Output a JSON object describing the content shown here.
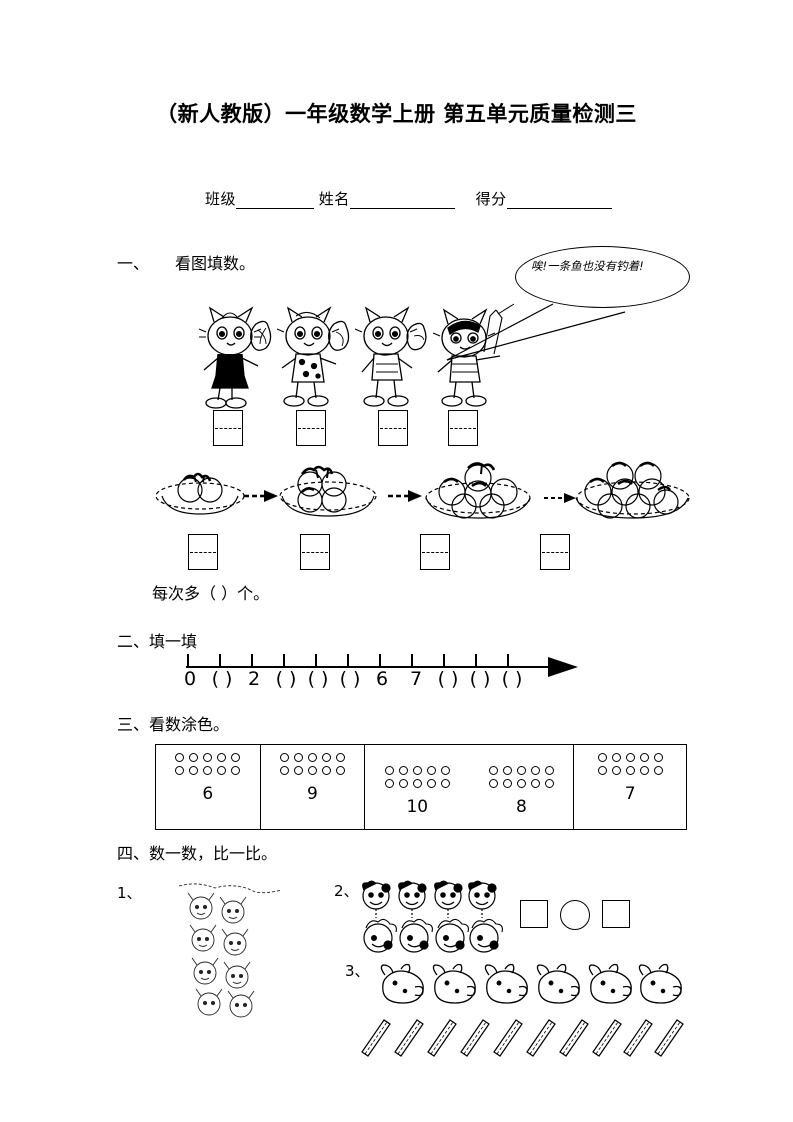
{
  "document": {
    "title": "（新人教版）一年级数学上册 第五单元质量检测三",
    "info": {
      "class_label": "班级",
      "name_label": "姓名",
      "score_label": "得分"
    }
  },
  "sections": [
    {
      "number": "一、",
      "heading": "看图填数。",
      "speech_bubble": "唉!一条鱼也没有钓着!",
      "cat_count": 4,
      "cat_answer_boxes": 4,
      "basket_count": 4,
      "basket_fruit_counts": [
        2,
        4,
        6,
        8
      ],
      "basket_arrows": 3,
      "followup": "每次多（ ）个。"
    },
    {
      "number": "二、",
      "heading": "填一填",
      "number_line": {
        "tick_count": 11,
        "labels": [
          "0",
          "( )",
          "2",
          "( )",
          "( )",
          "( )",
          "6",
          "7",
          "( )",
          "( )",
          "( )"
        ],
        "has_arrowhead": true
      }
    },
    {
      "number": "三、",
      "heading": "看数涂色。",
      "color_table": {
        "cells": [
          {
            "number": "6",
            "circles": 10
          },
          {
            "number": "9",
            "circles": 10
          },
          {
            "number": "10",
            "circles": 10
          },
          {
            "number": "8",
            "circles": 10
          },
          {
            "number": "7",
            "circles": 10
          }
        ],
        "merged_cell_indices": [
          2,
          3
        ]
      }
    },
    {
      "number": "四、",
      "heading": "数一数，比一比。",
      "items": [
        {
          "label": "1、",
          "figure": "animal-cluster",
          "count": 8
        },
        {
          "label": "2、",
          "figure": "spotted-animals",
          "rows": 2,
          "per_row": 4,
          "count": 8
        },
        {
          "label": "3、",
          "figure": "pig-heads",
          "count": 6
        }
      ],
      "compare_boxes": [
        "square",
        "circle",
        "square"
      ],
      "sticks_count": 10
    }
  ],
  "colors": {
    "ink": "#000000",
    "paper": "#ffffff"
  }
}
